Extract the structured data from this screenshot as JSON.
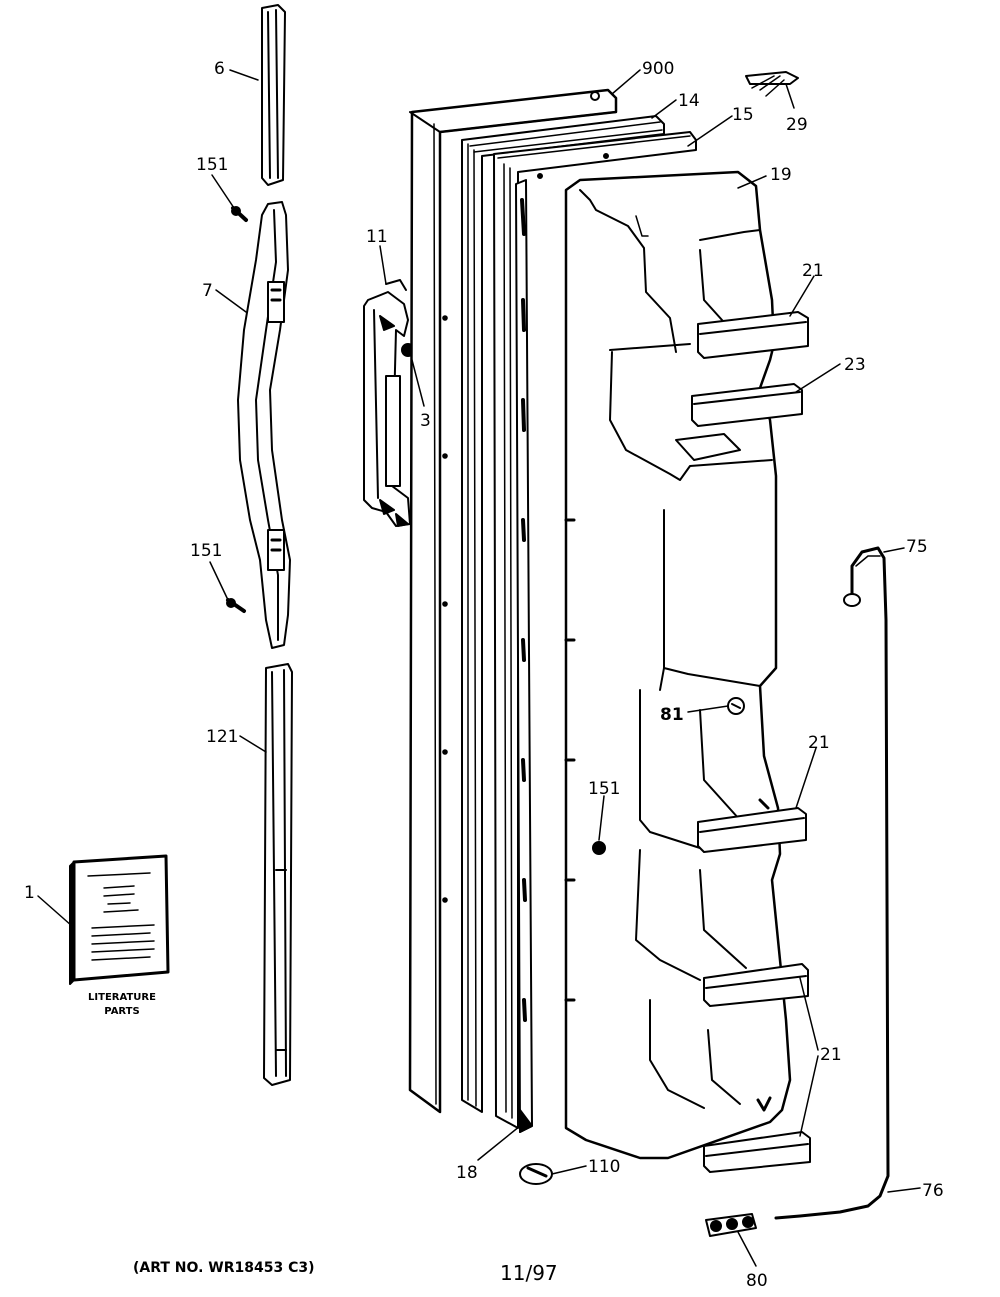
{
  "callouts": {
    "c6": "6",
    "c151a": "151",
    "c7": "7",
    "c151b": "151",
    "c121": "121",
    "c1": "1",
    "c11": "11",
    "c3": "3",
    "c900": "900",
    "c14": "14",
    "c15": "15",
    "c29": "29",
    "c19": "19",
    "c21a": "21",
    "c23": "23",
    "c75": "75",
    "c81": "81",
    "c21b": "21",
    "c151c": "151",
    "c21c": "21",
    "c18": "18",
    "c110": "110",
    "c76": "76",
    "c80": "80"
  },
  "literature": {
    "caption_line1": "LITERATURE",
    "caption_line2": "PARTS"
  },
  "footer": {
    "art_number": "(ART NO. WR18453 C3)",
    "date_code": "11/97"
  }
}
